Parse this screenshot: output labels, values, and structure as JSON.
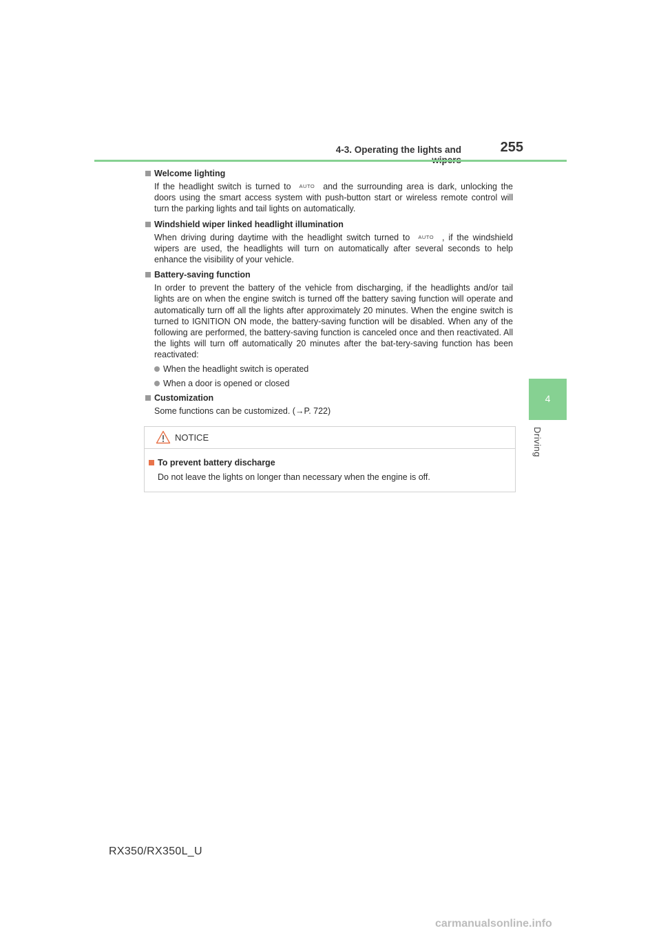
{
  "header": {
    "section": "4-3. Operating the lights and wipers",
    "page_number": "255"
  },
  "side_tab": {
    "number": "4",
    "label": "Driving"
  },
  "auto_label": "AUTO",
  "sections": {
    "welcome": {
      "title": "Welcome lighting",
      "text_before": "If the headlight switch is turned to",
      "text_after": "and the surrounding area is dark, unlocking the doors using the smart access system with push-button start or wireless remote control will turn the parking lights and tail lights on automatically."
    },
    "wiper": {
      "title": "Windshield wiper linked headlight illumination",
      "text_before": "When driving during daytime with the headlight switch turned to",
      "text_after": ", if the windshield wipers are used, the headlights will turn on automatically after several seconds to help enhance the visibility of your vehicle."
    },
    "battery": {
      "title": "Battery-saving function",
      "text": "In order to prevent the battery of the vehicle from discharging, if the headlights and/or tail lights are on when the engine switch is turned off the battery saving function will operate and automatically turn off all the lights after approximately 20 minutes. When the engine switch is turned to IGNITION ON mode, the battery-saving function will be disabled. When any of the following are performed, the battery-saving function is canceled once and then reactivated. All the lights will turn off automatically 20 minutes after the bat-tery-saving function has been reactivated:",
      "bullets": [
        "When the headlight switch is operated",
        "When a door is opened or closed"
      ]
    },
    "custom": {
      "title": "Customization",
      "text_before": "Some functions can be customized. (",
      "arrow": "→",
      "text_after": "P. 722)"
    }
  },
  "notice": {
    "label": "NOTICE",
    "title": "To prevent battery discharge",
    "text": "Do not leave the lights on longer than necessary when the engine is off."
  },
  "footer": {
    "model": "RX350/RX350L_U",
    "watermark": "carmanualsonline.info"
  },
  "colors": {
    "accent_green": "#86d192",
    "bullet_gray": "#9a9a9a",
    "notice_square": "#e8734a"
  }
}
